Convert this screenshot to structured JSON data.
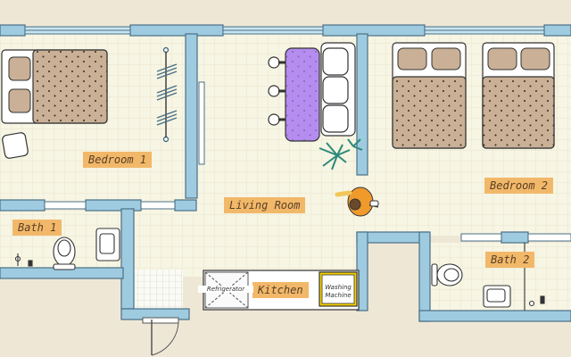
{
  "rooms": {
    "bedroom1": "Bedroom 1",
    "bedroom2": "Bedroom 2",
    "living_room": "Living Room",
    "bath1": "Bath 1",
    "bath2": "Bath 2",
    "kitchen": "Kitchen"
  },
  "appliances": {
    "refrigerator": "Refrigerator",
    "washing_line1": "Washing",
    "washing_line2": "Machine"
  },
  "colors": {
    "wall": "#9ecbe0",
    "wall_outline": "#4a6f85",
    "floor": "#f7f5e3",
    "label_bg": "#f2b86a",
    "bed": "#c9b096",
    "table": "#b58cf0",
    "washer": "#f5d000"
  }
}
